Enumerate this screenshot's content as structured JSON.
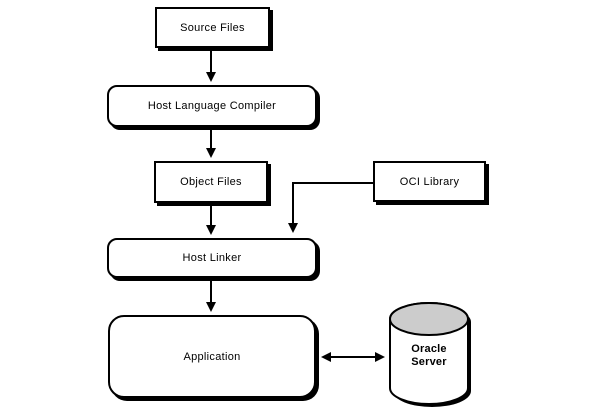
{
  "diagram": {
    "background_color": "#ffffff",
    "line_color": "#000000",
    "cylinder_top_color": "#cccccc",
    "nodes": {
      "source_files": {
        "label": "Source Files",
        "shape": "rectangle"
      },
      "host_language_compiler": {
        "label": "Host Language Compiler",
        "shape": "rounded-rectangle"
      },
      "object_files": {
        "label": "Object Files",
        "shape": "rectangle"
      },
      "oci_library": {
        "label": "OCI Library",
        "shape": "rectangle"
      },
      "host_linker": {
        "label": "Host Linker",
        "shape": "rounded-rectangle"
      },
      "application": {
        "label": "Application",
        "shape": "rounded-rectangle"
      },
      "oracle_server": {
        "label": "Oracle\nServer",
        "shape": "cylinder"
      }
    },
    "edges": [
      {
        "from": "source_files",
        "to": "host_language_compiler",
        "type": "arrow"
      },
      {
        "from": "host_language_compiler",
        "to": "object_files",
        "type": "arrow"
      },
      {
        "from": "object_files",
        "to": "host_linker",
        "type": "arrow"
      },
      {
        "from": "oci_library",
        "to": "host_linker",
        "type": "arrow"
      },
      {
        "from": "host_linker",
        "to": "application",
        "type": "arrow"
      },
      {
        "from": "application",
        "to": "oracle_server",
        "type": "double-arrow"
      }
    ]
  }
}
